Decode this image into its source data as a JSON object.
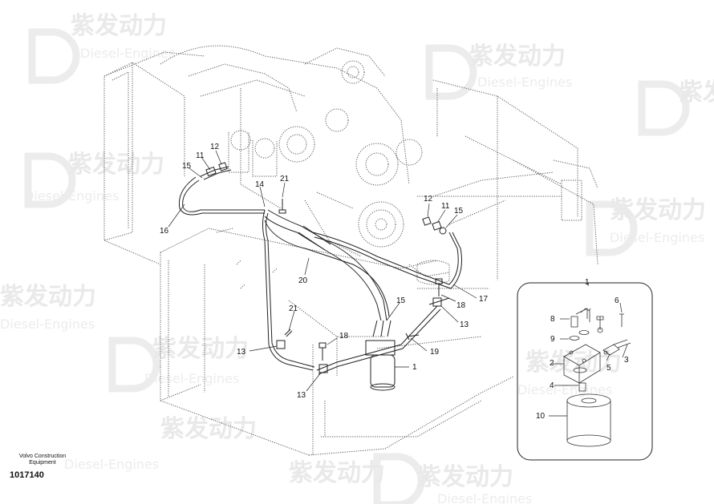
{
  "footer": {
    "line1": "Volvo Construction",
    "line2": "Equipment",
    "number": "1017140"
  },
  "watermark": {
    "brand": "紫发动力",
    "sub": "Diesel-Engines"
  },
  "callouts": {
    "c1_top": "1",
    "c1_filter": "1",
    "c2": "2",
    "c3": "3",
    "c4": "4",
    "c5": "5",
    "c6": "6",
    "c8": "8",
    "c9": "9",
    "c10": "10",
    "c11_left": "11",
    "c12_left": "12",
    "c15_left": "15",
    "c16": "16",
    "c14": "14",
    "c21_top": "21",
    "c12_right": "12",
    "c11_right": "11",
    "c15_right": "15",
    "c20": "20",
    "c17": "17",
    "c18_right": "18",
    "c15_mid": "15",
    "c13_right": "13",
    "c21_mid": "21",
    "c18_mid": "18",
    "c19": "19",
    "c13_left": "13",
    "c13_bottom": "13"
  }
}
